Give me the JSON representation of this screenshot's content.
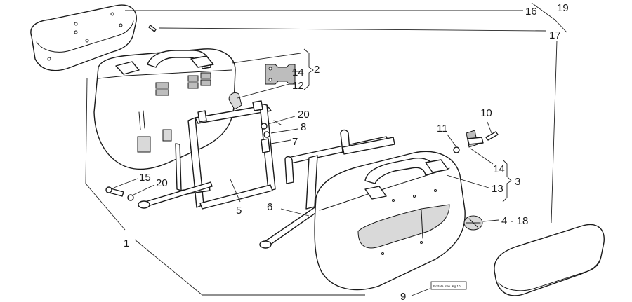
{
  "callouts": {
    "c16": "16",
    "c19": "19",
    "c17": "17",
    "c2": "2",
    "c14a": "14",
    "c12": "12",
    "c20a": "20",
    "c8": "8",
    "c7": "7",
    "c10": "10",
    "c11": "11",
    "c14b": "14",
    "c3": "3",
    "c13": "13",
    "c15": "15",
    "c20b": "20",
    "c5": "5",
    "c6": "6",
    "c4_18": "4 - 18",
    "c1": "1",
    "c9": "9"
  },
  "load_plate": {
    "text": "Portata max. Kg 10"
  }
}
